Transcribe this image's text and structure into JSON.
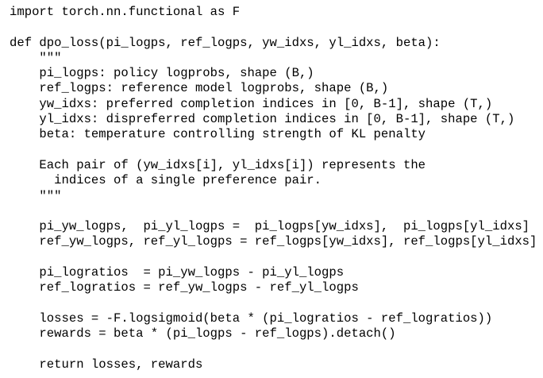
{
  "page": {
    "background_color": "#ffffff",
    "text_color": "#000000"
  },
  "code": {
    "language": "python",
    "lines": [
      "import torch.nn.functional as F",
      "",
      "def dpo_loss(pi_logps, ref_logps, yw_idxs, yl_idxs, beta):",
      "    \"\"\"",
      "    pi_logps: policy logprobs, shape (B,)",
      "    ref_logps: reference model logprobs, shape (B,)",
      "    yw_idxs: preferred completion indices in [0, B-1], shape (T,)",
      "    yl_idxs: dispreferred completion indices in [0, B-1], shape (T,)",
      "    beta: temperature controlling strength of KL penalty",
      "",
      "    Each pair of (yw_idxs[i], yl_idxs[i]) represents the",
      "      indices of a single preference pair.",
      "    \"\"\"",
      "",
      "    pi_yw_logps,  pi_yl_logps =  pi_logps[yw_idxs],  pi_logps[yl_idxs]",
      "    ref_yw_logps, ref_yl_logps = ref_logps[yw_idxs], ref_logps[yl_idxs]",
      "",
      "    pi_logratios  = pi_yw_logps - pi_yl_logps",
      "    ref_logratios = ref_yw_logps - ref_yl_logps",
      "",
      "    losses = -F.logsigmoid(beta * (pi_logratios - ref_logratios))",
      "    rewards = beta * (pi_logps - ref_logps).detach()",
      "",
      "    return losses, rewards"
    ]
  }
}
